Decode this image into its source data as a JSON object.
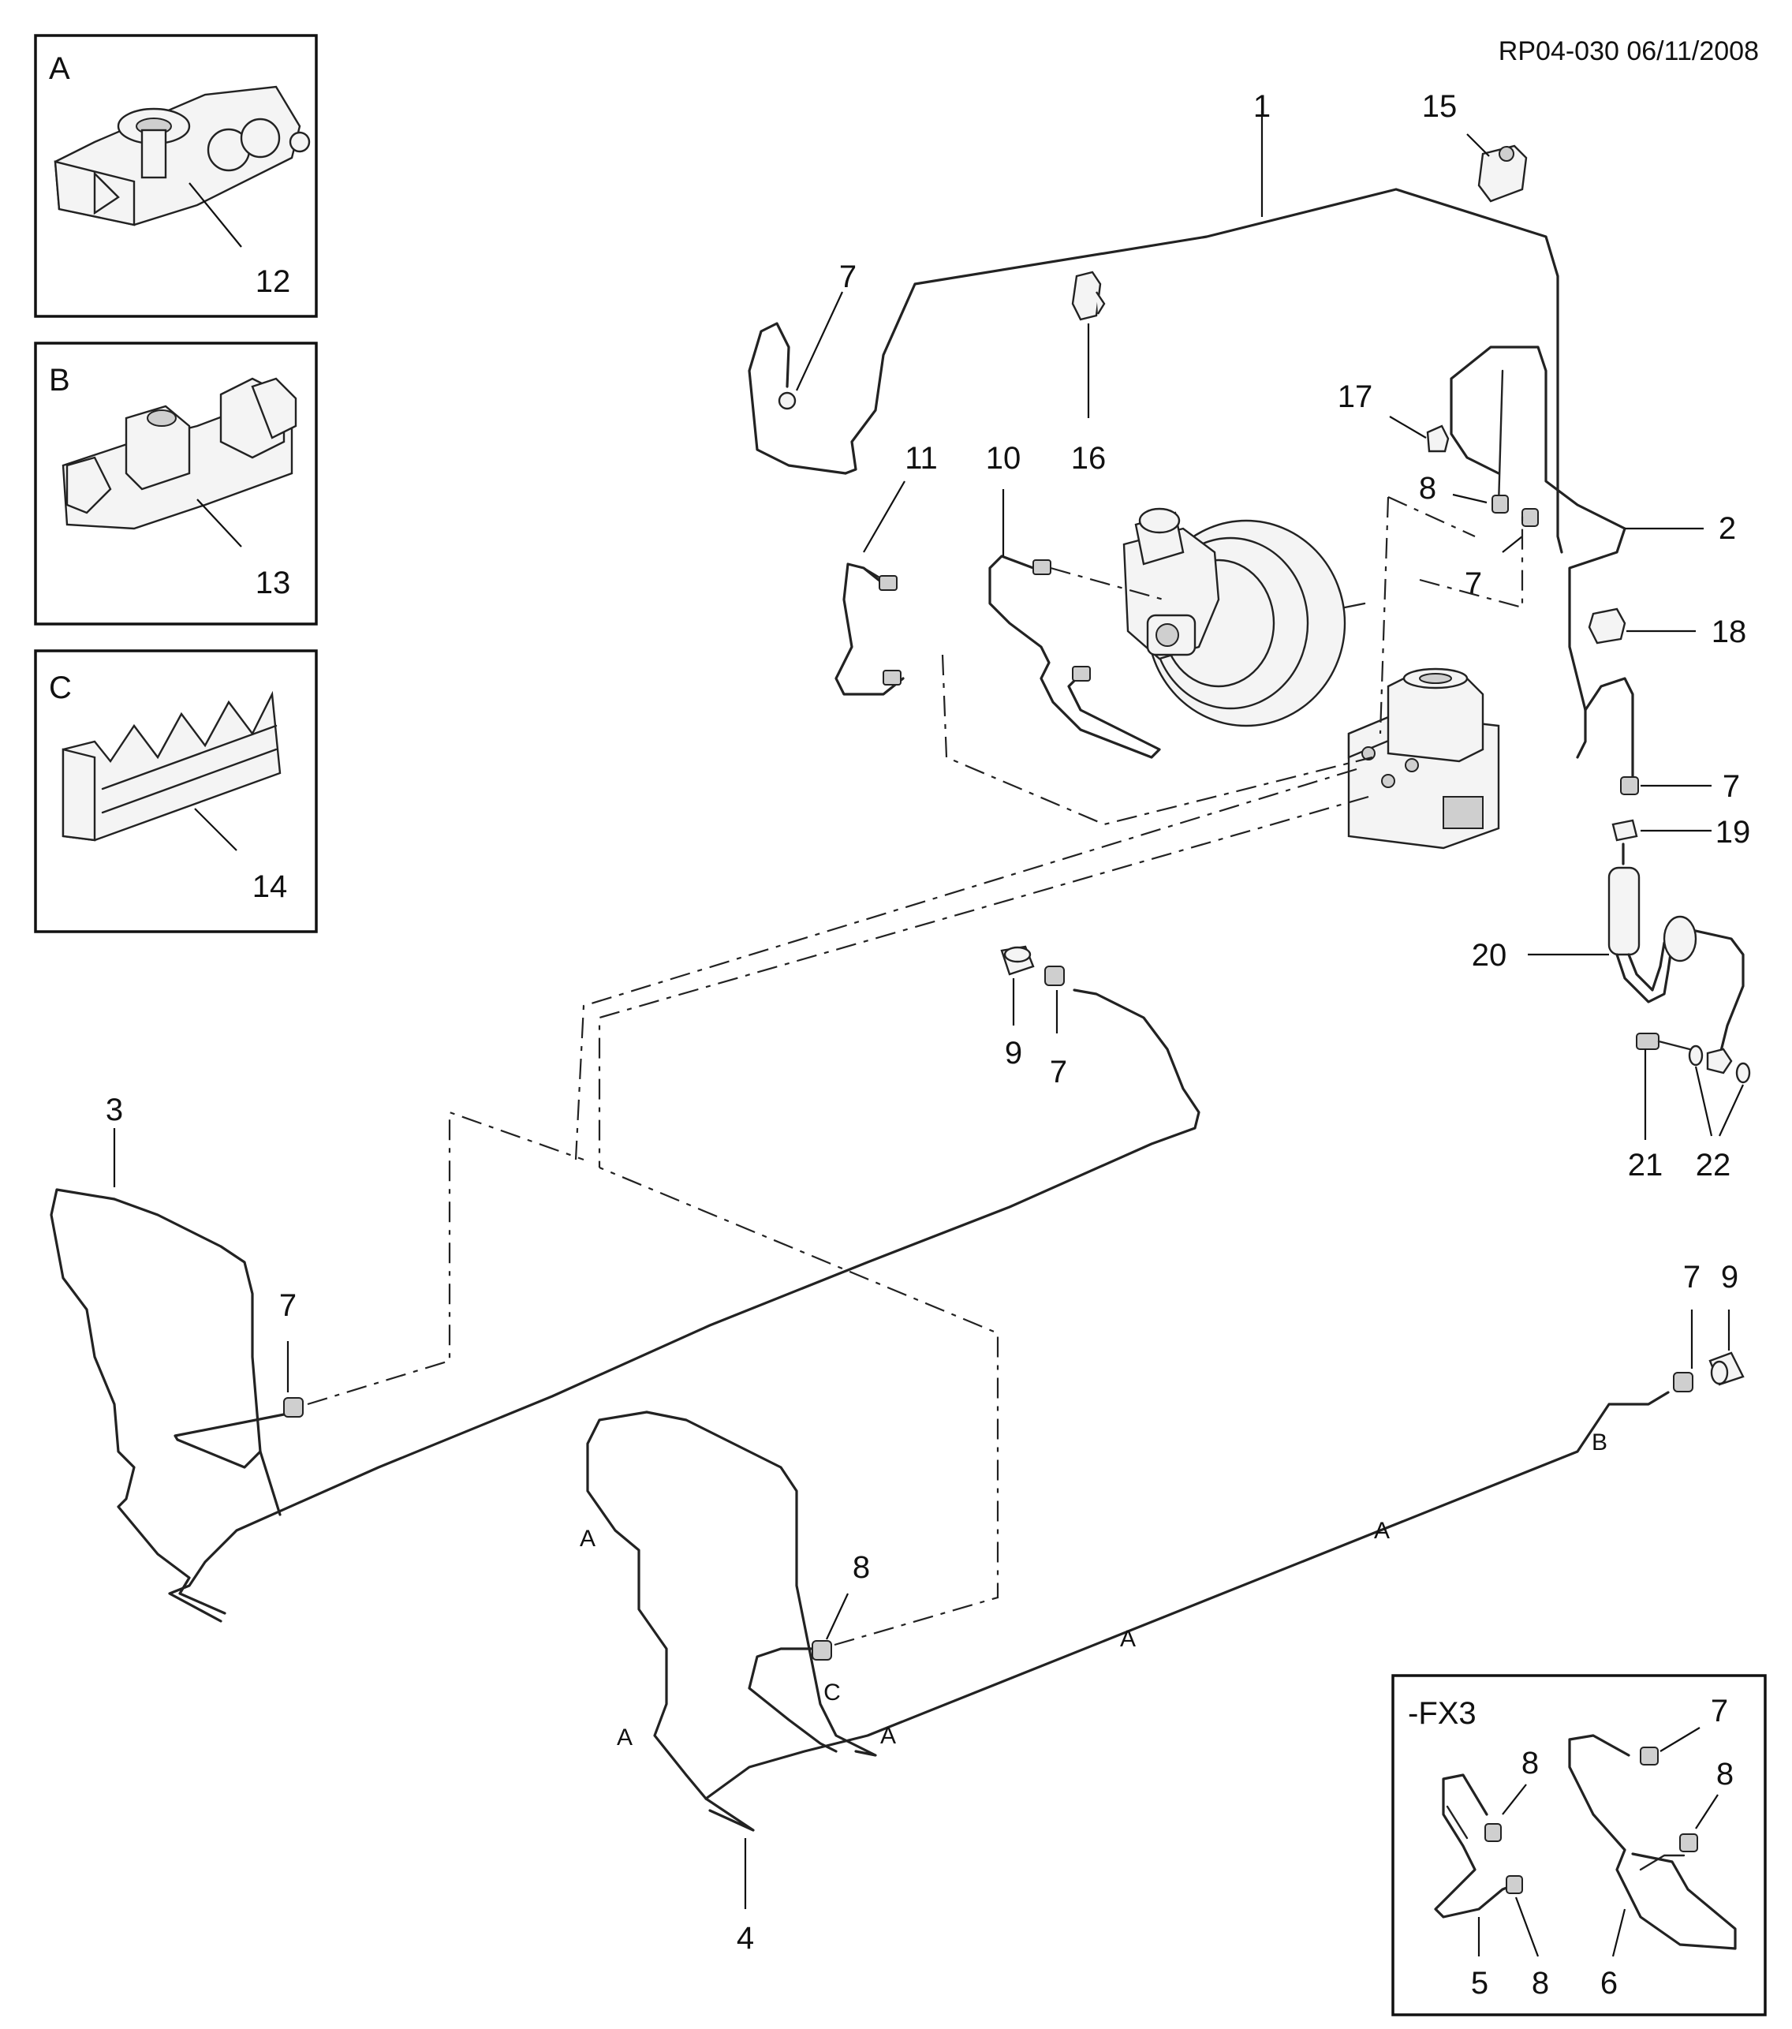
{
  "header": {
    "reference": "RP04-030 06/11/2008"
  },
  "insets": [
    {
      "letter": "A",
      "part": "12"
    },
    {
      "letter": "B",
      "part": "13"
    },
    {
      "letter": "C",
      "part": "14"
    }
  ],
  "callouts": {
    "c1": "1",
    "c2": "2",
    "c3": "3",
    "c4": "4",
    "c5": "5",
    "c6": "6",
    "c7a": "7",
    "c7b": "7",
    "c7c": "7",
    "c7d": "7",
    "c7e": "7",
    "c7f": "7",
    "c7g": "7",
    "c8a": "8",
    "c8b": "8",
    "c8c": "8",
    "c8d": "8",
    "c8e": "8",
    "c9a": "9",
    "c9b": "9",
    "c10": "10",
    "c11": "11",
    "c15": "15",
    "c16": "16",
    "c17": "17",
    "c18": "18",
    "c19": "19",
    "c20": "20",
    "c21": "21",
    "c22": "22"
  },
  "clip_markers": {
    "a1": "A",
    "a2": "A",
    "a3": "A",
    "a4": "A",
    "a5": "A",
    "b1": "B",
    "c1": "C"
  },
  "fx3_box": {
    "title": "-FX3"
  }
}
